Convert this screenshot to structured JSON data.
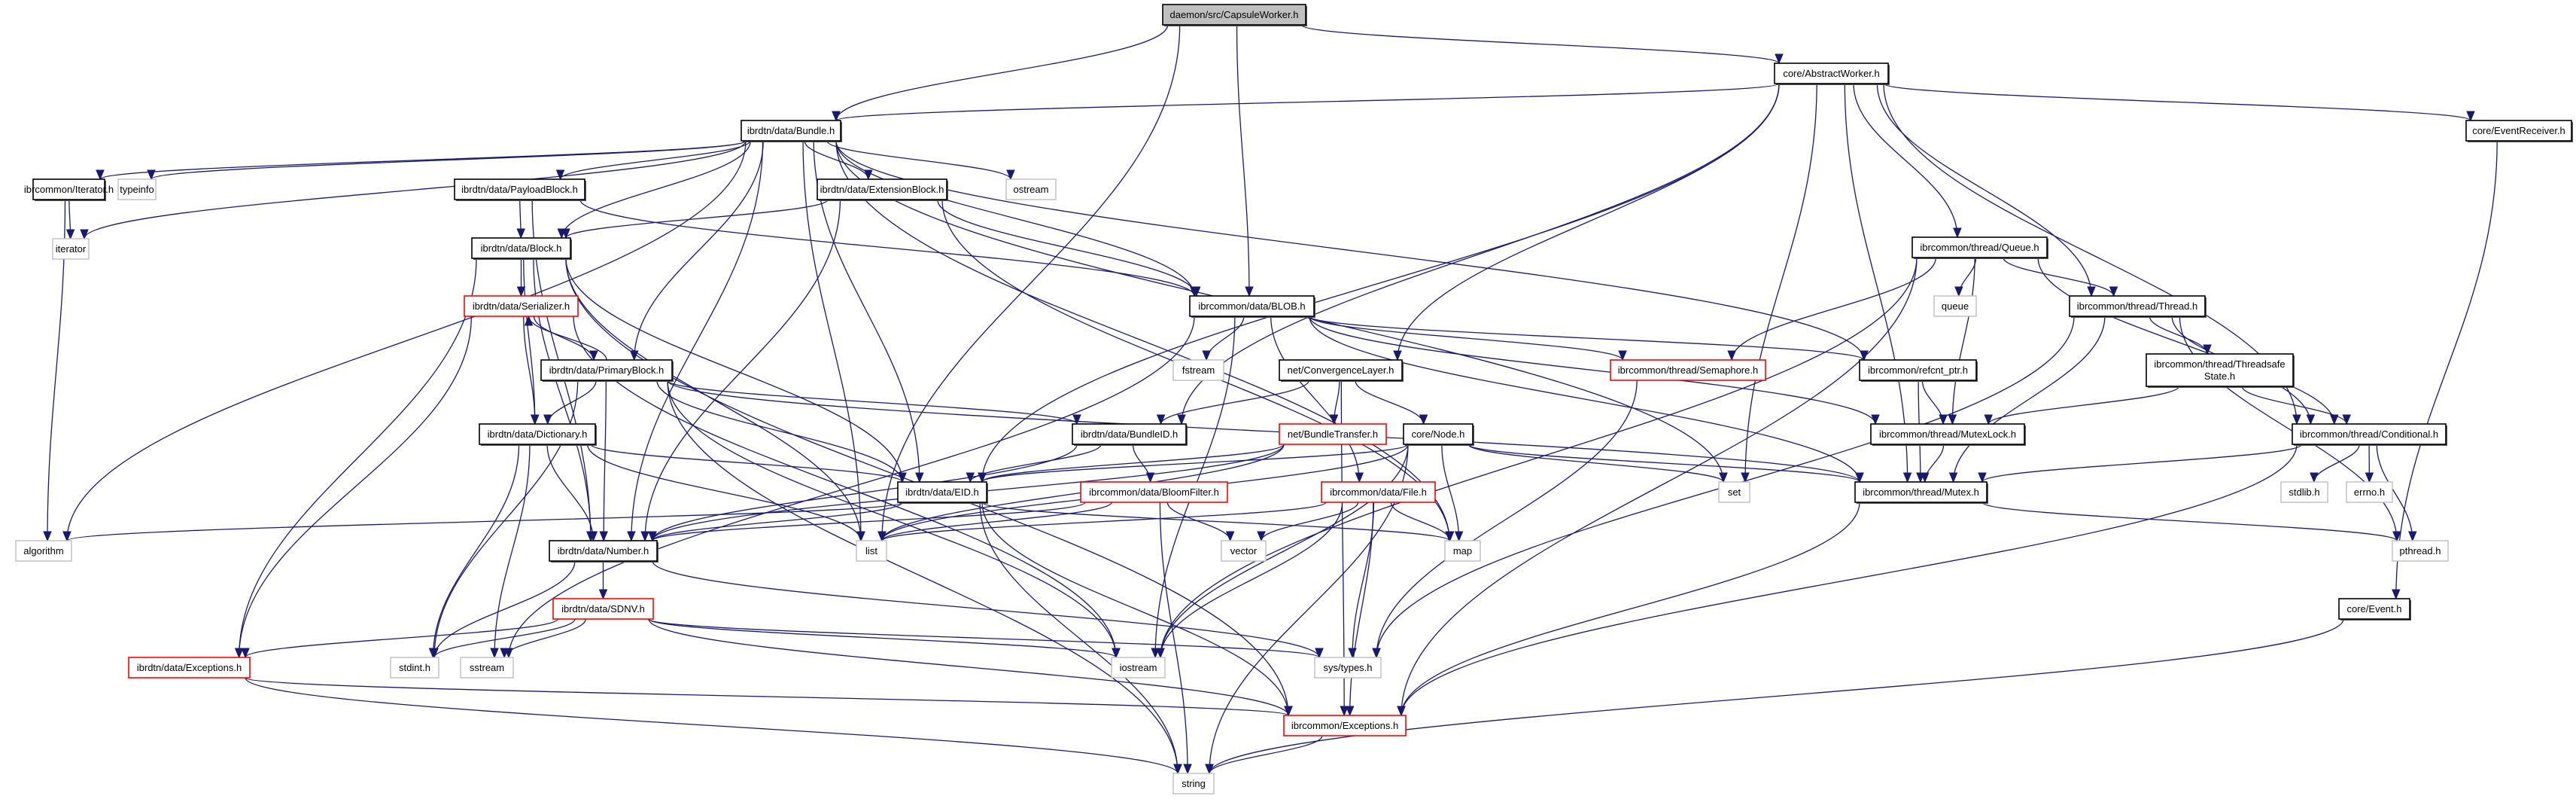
{
  "diagram": {
    "title": "Include dependency graph for daemon/src/CapsuleWorker.h",
    "colors": {
      "edge": "#191970",
      "root_fill": "#bfbfbf",
      "documented_border": "#000000",
      "external_border": "#bfbfbf",
      "truncated_border": "#ff0000"
    },
    "nodes": [
      {
        "id": "capsuleworker",
        "label": "daemon/src/CapsuleWorker.h",
        "kind": "root"
      },
      {
        "id": "abstractworker",
        "label": "core/AbstractWorker.h",
        "kind": "doc"
      },
      {
        "id": "bundle",
        "label": "ibrdtn/data/Bundle.h",
        "kind": "doc"
      },
      {
        "id": "eventreceiver",
        "label": "core/EventReceiver.h",
        "kind": "doc"
      },
      {
        "id": "iterator_h",
        "label": "ibrcommon/Iterator.h",
        "kind": "doc"
      },
      {
        "id": "typeinfo",
        "label": "typeinfo",
        "kind": "ext"
      },
      {
        "id": "payloadblock",
        "label": "ibrdtn/data/PayloadBlock.h",
        "kind": "doc"
      },
      {
        "id": "extensionblock",
        "label": "ibrdtn/data/ExtensionBlock.h",
        "kind": "doc"
      },
      {
        "id": "ostream",
        "label": "ostream",
        "kind": "ext"
      },
      {
        "id": "iterator",
        "label": "iterator",
        "kind": "ext"
      },
      {
        "id": "block",
        "label": "ibrdtn/data/Block.h",
        "kind": "doc"
      },
      {
        "id": "queue_h",
        "label": "ibrcommon/thread/Queue.h",
        "kind": "doc"
      },
      {
        "id": "serializer",
        "label": "ibrdtn/data/Serializer.h",
        "kind": "red"
      },
      {
        "id": "blob",
        "label": "ibrcommon/data/BLOB.h",
        "kind": "doc"
      },
      {
        "id": "queue",
        "label": "queue",
        "kind": "ext"
      },
      {
        "id": "thread",
        "label": "ibrcommon/thread/Thread.h",
        "kind": "doc"
      },
      {
        "id": "primaryblock",
        "label": "ibrdtn/data/PrimaryBlock.h",
        "kind": "doc"
      },
      {
        "id": "fstream",
        "label": "fstream",
        "kind": "ext"
      },
      {
        "id": "convergencelayer",
        "label": "net/ConvergenceLayer.h",
        "kind": "doc"
      },
      {
        "id": "semaphore",
        "label": "ibrcommon/thread/Semaphore.h",
        "kind": "red"
      },
      {
        "id": "refcnt",
        "label": "ibrcommon/refcnt_ptr.h",
        "kind": "doc"
      },
      {
        "id": "threadsafestate",
        "label": "ibrcommon/thread/Threadsafe\nState.h",
        "kind": "doc"
      },
      {
        "id": "dictionary",
        "label": "ibrdtn/data/Dictionary.h",
        "kind": "doc"
      },
      {
        "id": "bundleid",
        "label": "ibrdtn/data/BundleID.h",
        "kind": "doc"
      },
      {
        "id": "bundletransfer",
        "label": "net/BundleTransfer.h",
        "kind": "red"
      },
      {
        "id": "node",
        "label": "core/Node.h",
        "kind": "doc"
      },
      {
        "id": "mutexlock",
        "label": "ibrcommon/thread/MutexLock.h",
        "kind": "doc"
      },
      {
        "id": "conditional",
        "label": "ibrcommon/thread/Conditional.h",
        "kind": "doc"
      },
      {
        "id": "eid",
        "label": "ibrdtn/data/EID.h",
        "kind": "doc"
      },
      {
        "id": "bloomfilter",
        "label": "ibrcommon/data/BloomFilter.h",
        "kind": "red"
      },
      {
        "id": "file",
        "label": "ibrcommon/data/File.h",
        "kind": "red"
      },
      {
        "id": "set",
        "label": "set",
        "kind": "ext"
      },
      {
        "id": "mutex",
        "label": "ibrcommon/thread/Mutex.h",
        "kind": "doc"
      },
      {
        "id": "stdlib",
        "label": "stdlib.h",
        "kind": "ext"
      },
      {
        "id": "errno",
        "label": "errno.h",
        "kind": "ext"
      },
      {
        "id": "algorithm",
        "label": "algorithm",
        "kind": "ext"
      },
      {
        "id": "number",
        "label": "ibrdtn/data/Number.h",
        "kind": "doc"
      },
      {
        "id": "list",
        "label": "list",
        "kind": "ext"
      },
      {
        "id": "vector",
        "label": "vector",
        "kind": "ext"
      },
      {
        "id": "map",
        "label": "map",
        "kind": "ext"
      },
      {
        "id": "pthread",
        "label": "pthread.h",
        "kind": "ext"
      },
      {
        "id": "sdnv",
        "label": "ibrdtn/data/SDNV.h",
        "kind": "red"
      },
      {
        "id": "event",
        "label": "core/Event.h",
        "kind": "doc"
      },
      {
        "id": "data_exceptions",
        "label": "ibrdtn/data/Exceptions.h",
        "kind": "red"
      },
      {
        "id": "stdint",
        "label": "stdint.h",
        "kind": "ext"
      },
      {
        "id": "sstream",
        "label": "sstream",
        "kind": "ext"
      },
      {
        "id": "iostream",
        "label": "iostream",
        "kind": "ext"
      },
      {
        "id": "systypes",
        "label": "sys/types.h",
        "kind": "ext"
      },
      {
        "id": "exceptions",
        "label": "ibrcommon/Exceptions.h",
        "kind": "red"
      },
      {
        "id": "string",
        "label": "string",
        "kind": "ext"
      }
    ],
    "edges": [
      [
        "capsuleworker",
        "bundle"
      ],
      [
        "capsuleworker",
        "abstractworker"
      ],
      [
        "capsuleworker",
        "list"
      ],
      [
        "capsuleworker",
        "blob"
      ],
      [
        "abstractworker",
        "bundle"
      ],
      [
        "abstractworker",
        "eventreceiver"
      ],
      [
        "abstractworker",
        "eid"
      ],
      [
        "abstractworker",
        "bundleid"
      ],
      [
        "abstractworker",
        "convergencelayer"
      ],
      [
        "abstractworker",
        "queue_h"
      ],
      [
        "abstractworker",
        "thread"
      ],
      [
        "abstractworker",
        "set"
      ],
      [
        "abstractworker",
        "mutex"
      ],
      [
        "abstractworker",
        "conditional"
      ],
      [
        "eventreceiver",
        "event"
      ],
      [
        "event",
        "string"
      ],
      [
        "bundle",
        "iterator_h"
      ],
      [
        "bundle",
        "typeinfo"
      ],
      [
        "bundle",
        "iterator"
      ],
      [
        "bundle",
        "algorithm"
      ],
      [
        "bundle",
        "payloadblock"
      ],
      [
        "bundle",
        "block"
      ],
      [
        "bundle",
        "extensionblock"
      ],
      [
        "bundle",
        "ostream"
      ],
      [
        "bundle",
        "primaryblock"
      ],
      [
        "bundle",
        "eid"
      ],
      [
        "bundle",
        "number"
      ],
      [
        "bundle",
        "list"
      ],
      [
        "bundle",
        "set"
      ],
      [
        "bundle",
        "refcnt"
      ],
      [
        "bundle",
        "map"
      ],
      [
        "bundle",
        "blob"
      ],
      [
        "iterator_h",
        "iterator"
      ],
      [
        "iterator_h",
        "algorithm"
      ],
      [
        "payloadblock",
        "block"
      ],
      [
        "payloadblock",
        "blob"
      ],
      [
        "payloadblock",
        "number"
      ],
      [
        "extensionblock",
        "block"
      ],
      [
        "extensionblock",
        "blob"
      ],
      [
        "extensionblock",
        "number"
      ],
      [
        "extensionblock",
        "map"
      ],
      [
        "block",
        "serializer"
      ],
      [
        "block",
        "dictionary"
      ],
      [
        "block",
        "eid"
      ],
      [
        "block",
        "list"
      ],
      [
        "block",
        "number"
      ],
      [
        "block",
        "data_exceptions"
      ],
      [
        "block",
        "exceptions"
      ],
      [
        "serializer",
        "primaryblock"
      ],
      [
        "serializer",
        "dictionary"
      ],
      [
        "serializer",
        "data_exceptions"
      ],
      [
        "serializer",
        "iostream"
      ],
      [
        "primaryblock",
        "serializer"
      ],
      [
        "primaryblock",
        "dictionary"
      ],
      [
        "primaryblock",
        "eid"
      ],
      [
        "primaryblock",
        "number"
      ],
      [
        "primaryblock",
        "bundleid"
      ],
      [
        "primaryblock",
        "mutex"
      ],
      [
        "primaryblock",
        "iostream"
      ],
      [
        "primaryblock",
        "stdint"
      ],
      [
        "primaryblock",
        "string"
      ],
      [
        "blob",
        "fstream"
      ],
      [
        "blob",
        "semaphore"
      ],
      [
        "blob",
        "refcnt"
      ],
      [
        "blob",
        "mutexlock"
      ],
      [
        "blob",
        "mutex"
      ],
      [
        "blob",
        "file"
      ],
      [
        "blob",
        "iostream"
      ],
      [
        "blob",
        "sstream"
      ],
      [
        "queue_h",
        "queue"
      ],
      [
        "queue_h",
        "thread"
      ],
      [
        "queue_h",
        "semaphore"
      ],
      [
        "queue_h",
        "mutexlock"
      ],
      [
        "queue_h",
        "conditional"
      ],
      [
        "queue_h",
        "exceptions"
      ],
      [
        "queue_h",
        "iostream"
      ],
      [
        "thread",
        "threadsafestate"
      ],
      [
        "thread",
        "conditional"
      ],
      [
        "thread",
        "mutex"
      ],
      [
        "thread",
        "systypes"
      ],
      [
        "thread",
        "pthread"
      ],
      [
        "threadsafestate",
        "mutexlock"
      ],
      [
        "threadsafestate",
        "conditional"
      ],
      [
        "convergencelayer",
        "bundleid"
      ],
      [
        "convergencelayer",
        "bundletransfer"
      ],
      [
        "convergencelayer",
        "node"
      ],
      [
        "convergencelayer",
        "exceptions"
      ],
      [
        "semaphore",
        "systypes"
      ],
      [
        "refcnt",
        "mutexlock"
      ],
      [
        "refcnt",
        "mutex"
      ],
      [
        "mutexlock",
        "mutex"
      ],
      [
        "conditional",
        "mutex"
      ],
      [
        "conditional",
        "stdlib"
      ],
      [
        "conditional",
        "errno"
      ],
      [
        "conditional",
        "pthread"
      ],
      [
        "conditional",
        "exceptions"
      ],
      [
        "dictionary",
        "eid"
      ],
      [
        "dictionary",
        "number"
      ],
      [
        "dictionary",
        "list"
      ],
      [
        "dictionary",
        "stdint"
      ],
      [
        "dictionary",
        "sstream"
      ],
      [
        "bundleid",
        "eid"
      ],
      [
        "bundleid",
        "number"
      ],
      [
        "bundleid",
        "bloomfilter"
      ],
      [
        "bundletransfer",
        "eid"
      ],
      [
        "bundletransfer",
        "number"
      ],
      [
        "bundletransfer",
        "list"
      ],
      [
        "node",
        "eid"
      ],
      [
        "node",
        "set"
      ],
      [
        "node",
        "map"
      ],
      [
        "node",
        "list"
      ],
      [
        "node",
        "mutex"
      ],
      [
        "node",
        "iostream"
      ],
      [
        "node",
        "string"
      ],
      [
        "eid",
        "number"
      ],
      [
        "eid",
        "map"
      ],
      [
        "eid",
        "exceptions"
      ],
      [
        "eid",
        "string"
      ],
      [
        "eid",
        "algorithm"
      ],
      [
        "bloomfilter",
        "number"
      ],
      [
        "bloomfilter",
        "list"
      ],
      [
        "bloomfilter",
        "vector"
      ],
      [
        "bloomfilter",
        "string"
      ],
      [
        "file",
        "list"
      ],
      [
        "file",
        "vector"
      ],
      [
        "file",
        "map"
      ],
      [
        "file",
        "iostream"
      ],
      [
        "file",
        "systypes"
      ],
      [
        "file",
        "exceptions"
      ],
      [
        "mutex",
        "pthread"
      ],
      [
        "mutex",
        "exceptions"
      ],
      [
        "number",
        "sdnv"
      ],
      [
        "number",
        "stdint"
      ],
      [
        "number",
        "systypes"
      ],
      [
        "sdnv",
        "data_exceptions"
      ],
      [
        "sdnv",
        "stdint"
      ],
      [
        "sdnv",
        "sstream"
      ],
      [
        "sdnv",
        "iostream"
      ],
      [
        "sdnv",
        "systypes"
      ],
      [
        "sdnv",
        "exceptions"
      ],
      [
        "data_exceptions",
        "exceptions"
      ],
      [
        "data_exceptions",
        "string"
      ],
      [
        "exceptions",
        "string"
      ]
    ]
  }
}
